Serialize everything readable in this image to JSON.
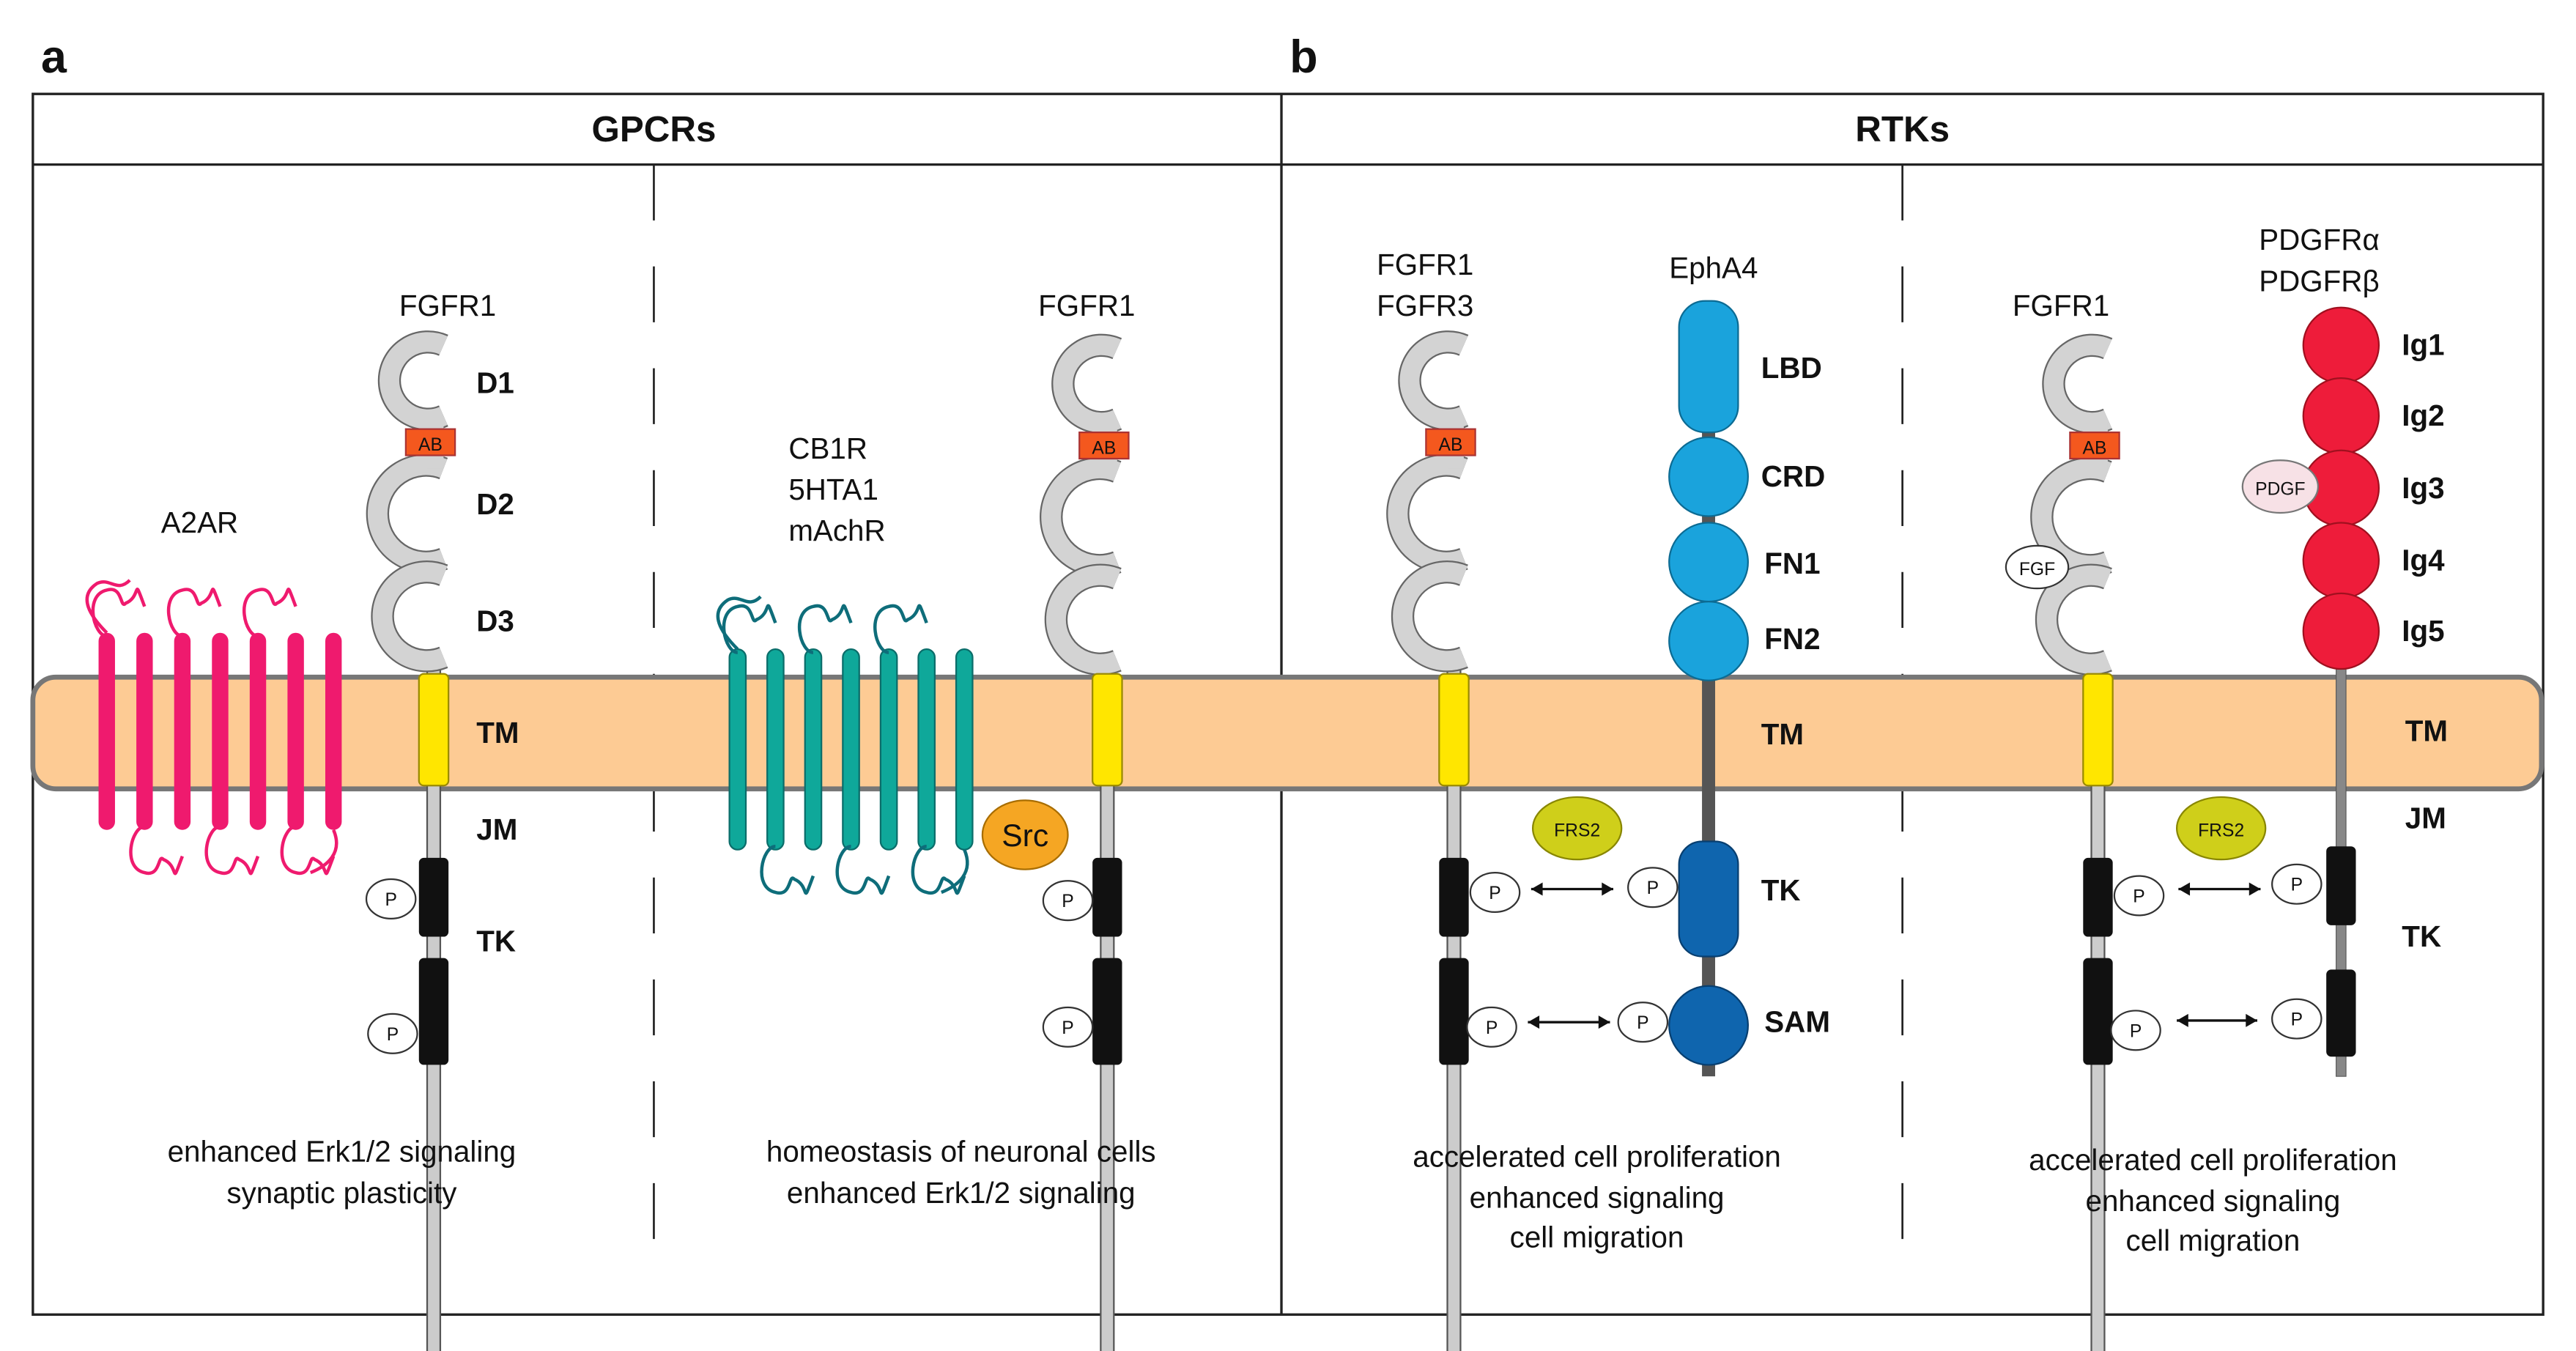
{
  "panels": {
    "a": "a",
    "b": "b"
  },
  "headers": {
    "gpcrs": "GPCRs",
    "rtks": "RTKs"
  },
  "colors": {
    "membrane": "#FDCB94",
    "a2ar": "#EF1A6E",
    "gpcr_teal": "#0FA89A",
    "src": "#F5A623",
    "fgfr_domain": "#D3D3D3",
    "ab_box": "#F4581E",
    "tm": "#FFE600",
    "tk_black": "#111111",
    "epha4_light": "#1AA3DC",
    "epha4_dark": "#0F65AE",
    "frs2": "#CFCF1A",
    "pdgfr": "#EE1C3A",
    "pdgf": "#F7E1E6"
  },
  "panel1": {
    "gpcr": "A2AR",
    "receptor": "FGFR1",
    "domains": [
      "D1",
      "D2",
      "D3",
      "TM",
      "JM",
      "TK"
    ],
    "ab": "AB",
    "p": "P",
    "caption": [
      "enhanced Erk1/2 signaling",
      "synaptic plasticity"
    ]
  },
  "panel2": {
    "gpcr": [
      "CB1R",
      "5HTA1",
      "mAchR"
    ],
    "receptor": "FGFR1",
    "src": "Src",
    "ab": "AB",
    "p": "P",
    "caption": [
      "homeostasis of neuronal cells",
      "enhanced Erk1/2 signaling"
    ]
  },
  "panel3": {
    "receptor": [
      "FGFR1",
      "FGFR3"
    ],
    "eph": "EphA4",
    "eph_domains": [
      "LBD",
      "CRD",
      "FN1",
      "FN2",
      "TM",
      "TK",
      "SAM"
    ],
    "ab": "AB",
    "p": "P",
    "frs2": "FRS2",
    "caption": [
      "accelerated cell proliferation",
      "enhanced signaling",
      "cell migration"
    ]
  },
  "panel4": {
    "receptor": "FGFR1",
    "pdgfr": [
      "PDGFRα",
      "PDGFRβ"
    ],
    "pdgfr_domains": [
      "Ig1",
      "Ig2",
      "Ig3",
      "Ig4",
      "Ig5",
      "TM",
      "JM",
      "TK"
    ],
    "ab": "AB",
    "p": "P",
    "frs2": "FRS2",
    "fgf": "FGF",
    "pdgf": "PDGF",
    "caption": [
      "accelerated cell proliferation",
      "enhanced signaling",
      "cell migration"
    ]
  }
}
